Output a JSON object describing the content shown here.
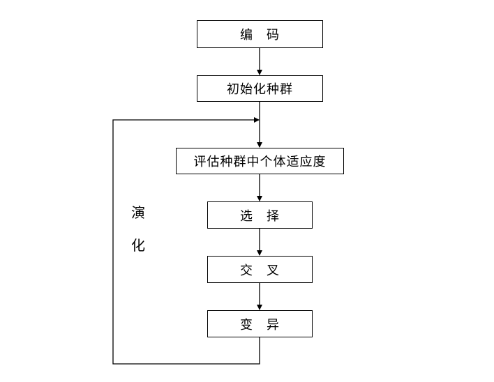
{
  "nodes": {
    "encode": "编　码",
    "init_population": "初始化种群",
    "evaluate_fitness": "评估种群中个体适应度",
    "select": "选　择",
    "crossover": "交　叉",
    "mutate": "变　异"
  },
  "loop_label": {
    "char1": "演",
    "char2": "化"
  },
  "colors": {
    "line": "#000000",
    "box_border": "#000000",
    "background": "#ffffff"
  }
}
